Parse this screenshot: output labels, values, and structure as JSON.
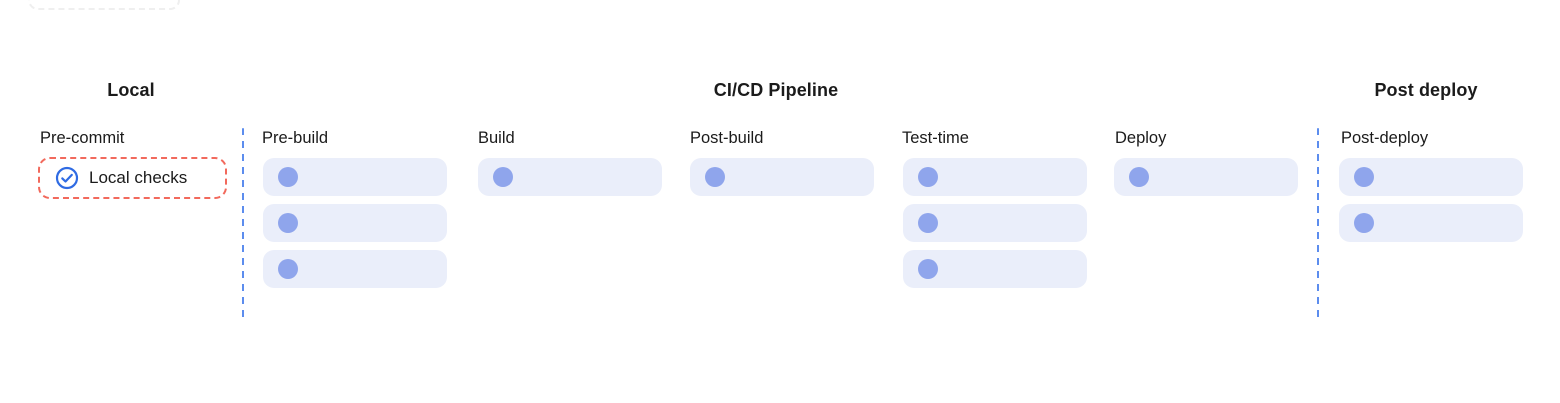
{
  "diagram": {
    "sections": [
      {
        "title": "Local"
      },
      {
        "title": "CI/CD Pipeline"
      },
      {
        "title": "Post deploy"
      }
    ],
    "columns": [
      {
        "label": "Pre-commit",
        "section": "Local",
        "chips": [
          {
            "label": "Local checks",
            "icon": "check-circle-icon"
          }
        ],
        "pills": 0
      },
      {
        "label": "Pre-build",
        "section": "CI/CD Pipeline",
        "pills": 3
      },
      {
        "label": "Build",
        "section": "CI/CD Pipeline",
        "pills": 1
      },
      {
        "label": "Post-build",
        "section": "CI/CD Pipeline",
        "pills": 1
      },
      {
        "label": "Test-time",
        "section": "CI/CD Pipeline",
        "pills": 3
      },
      {
        "label": "Deploy",
        "section": "CI/CD Pipeline",
        "pills": 1
      },
      {
        "label": "Post-deploy",
        "section": "Post deploy",
        "pills": 2
      }
    ],
    "colors": {
      "pill_bg": "#EAEEFA",
      "pill_dot": "#8FA5EC",
      "separator_blue": "#5C8DEE",
      "chip_border_red": "#F2695C",
      "check_icon_blue": "#2F6BE3",
      "text": "#1B1B1B"
    }
  }
}
